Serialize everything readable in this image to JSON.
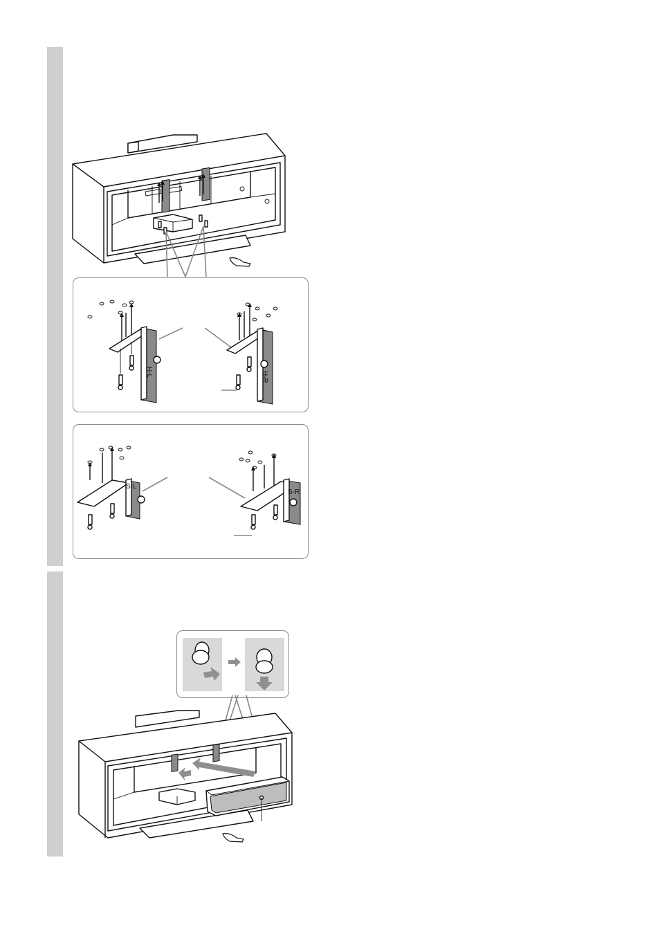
{
  "page": {
    "steps": [
      {
        "id": "step-1"
      },
      {
        "id": "step-2"
      }
    ]
  },
  "figures": {
    "bracket_labels": {
      "hl": "H-L",
      "hr": "H-R",
      "sl": "S-L",
      "sr": "S-R"
    }
  },
  "colors": {
    "step_bar": "#cfcfcf",
    "callout_border": "#8c8c8c",
    "bracket_fill": "#8a8a8a",
    "arrow_fill": "#8f8f8f",
    "line": "#111111"
  }
}
